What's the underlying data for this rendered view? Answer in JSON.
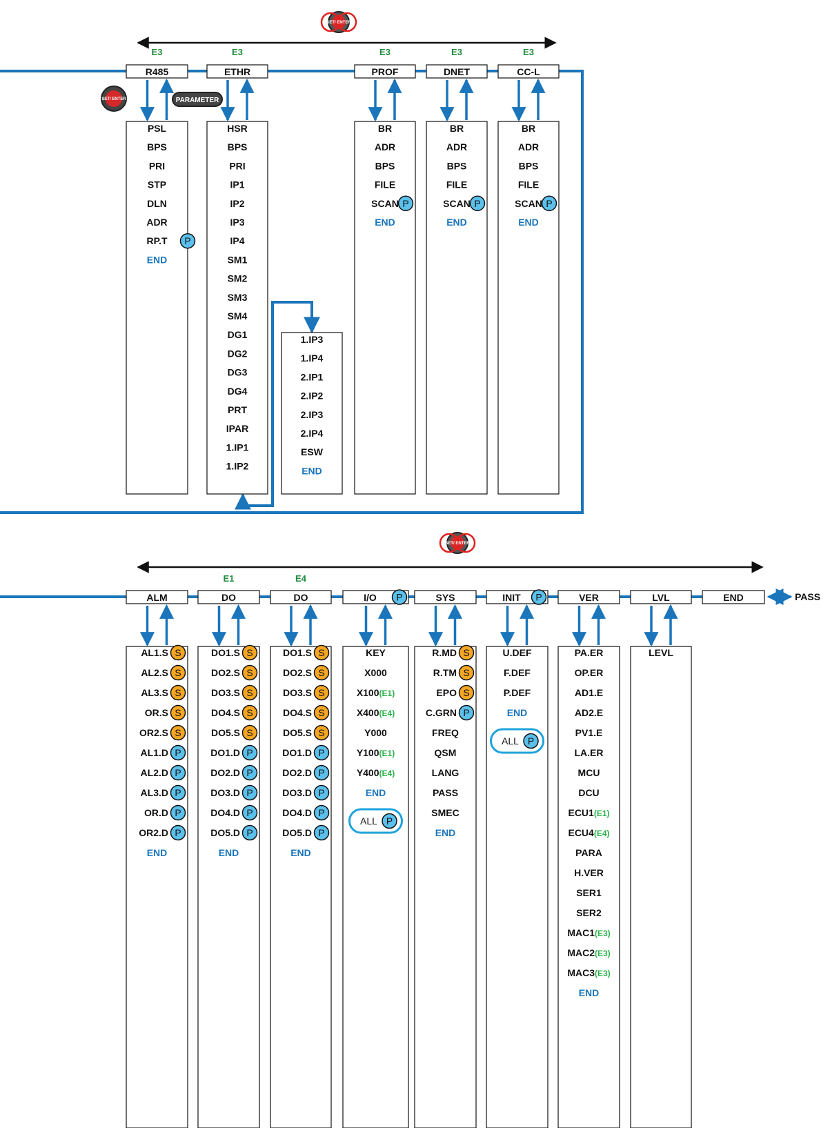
{
  "menus": [
    {
      "label": "R485",
      "edition": "E3",
      "items": [
        {
          "t": "PSL"
        },
        {
          "t": "BPS"
        },
        {
          "t": "PRI"
        },
        {
          "t": "STP"
        },
        {
          "t": "DLN"
        },
        {
          "t": "ADR"
        },
        {
          "t": "RP.T",
          "b": "P"
        },
        {
          "t": "END",
          "end": true
        }
      ]
    },
    {
      "label": "ETHR",
      "edition": "E3",
      "items": [
        {
          "t": "HSR"
        },
        {
          "t": "BPS"
        },
        {
          "t": "PRI"
        },
        {
          "t": "IP1"
        },
        {
          "t": "IP2"
        },
        {
          "t": "IP3"
        },
        {
          "t": "IP4"
        },
        {
          "t": "SM1"
        },
        {
          "t": "SM2"
        },
        {
          "t": "SM3"
        },
        {
          "t": "SM4"
        },
        {
          "t": "DG1"
        },
        {
          "t": "DG2"
        },
        {
          "t": "DG3"
        },
        {
          "t": "DG4"
        },
        {
          "t": "PRT"
        },
        {
          "t": "IPAR"
        },
        {
          "t": "1.IP1"
        },
        {
          "t": "1.IP2"
        }
      ]
    },
    {
      "label": "",
      "edition": "",
      "items": [
        {
          "t": "1.IP3"
        },
        {
          "t": "1.IP4"
        },
        {
          "t": "2.IP1"
        },
        {
          "t": "2.IP2"
        },
        {
          "t": "2.IP3"
        },
        {
          "t": "2.IP4"
        },
        {
          "t": "ESW"
        },
        {
          "t": "END",
          "end": true
        }
      ]
    },
    {
      "label": "PROF",
      "edition": "E3",
      "items": [
        {
          "t": "BR"
        },
        {
          "t": "ADR"
        },
        {
          "t": "BPS"
        },
        {
          "t": "FILE"
        },
        {
          "t": "SCAN",
          "b": "P"
        },
        {
          "t": "END",
          "end": true
        }
      ]
    },
    {
      "label": "DNET",
      "edition": "E3",
      "items": [
        {
          "t": "BR"
        },
        {
          "t": "ADR"
        },
        {
          "t": "BPS"
        },
        {
          "t": "FILE"
        },
        {
          "t": "SCAN",
          "b": "P"
        },
        {
          "t": "END",
          "end": true
        }
      ]
    },
    {
      "label": "CC-L",
      "edition": "E3",
      "items": [
        {
          "t": "BR"
        },
        {
          "t": "ADR"
        },
        {
          "t": "BPS"
        },
        {
          "t": "FILE"
        },
        {
          "t": "SCAN",
          "b": "P"
        },
        {
          "t": "END",
          "end": true
        }
      ]
    },
    {
      "label": "ALM",
      "edition": "",
      "items": [
        {
          "t": "AL1.S",
          "b": "S"
        },
        {
          "t": "AL2.S",
          "b": "S"
        },
        {
          "t": "AL3.S",
          "b": "S"
        },
        {
          "t": "OR.S",
          "b": "S"
        },
        {
          "t": "OR2.S",
          "b": "S"
        },
        {
          "t": "AL1.D",
          "b": "P"
        },
        {
          "t": "AL2.D",
          "b": "P"
        },
        {
          "t": "AL3.D",
          "b": "P"
        },
        {
          "t": "OR.D",
          "b": "P"
        },
        {
          "t": "OR2.D",
          "b": "P"
        },
        {
          "t": "END",
          "end": true
        }
      ]
    },
    {
      "label": "DO",
      "edition": "E1",
      "items": [
        {
          "t": "DO1.S",
          "b": "S"
        },
        {
          "t": "DO2.S",
          "b": "S"
        },
        {
          "t": "DO3.S",
          "b": "S"
        },
        {
          "t": "DO4.S",
          "b": "S"
        },
        {
          "t": "DO5.S",
          "b": "S"
        },
        {
          "t": "DO1.D",
          "b": "P"
        },
        {
          "t": "DO2.D",
          "b": "P"
        },
        {
          "t": "DO3.D",
          "b": "P"
        },
        {
          "t": "DO4.D",
          "b": "P"
        },
        {
          "t": "DO5.D",
          "b": "P"
        },
        {
          "t": "END",
          "end": true
        }
      ]
    },
    {
      "label": "DO",
      "edition": "E4",
      "items": [
        {
          "t": "DO1.S",
          "b": "S"
        },
        {
          "t": "DO2.S",
          "b": "S"
        },
        {
          "t": "DO3.S",
          "b": "S"
        },
        {
          "t": "DO4.S",
          "b": "S"
        },
        {
          "t": "DO5.S",
          "b": "S"
        },
        {
          "t": "DO1.D",
          "b": "P"
        },
        {
          "t": "DO2.D",
          "b": "P"
        },
        {
          "t": "DO3.D",
          "b": "P"
        },
        {
          "t": "DO4.D",
          "b": "P"
        },
        {
          "t": "DO5.D",
          "b": "P"
        },
        {
          "t": "END",
          "end": true
        }
      ]
    },
    {
      "label": "I/O",
      "edition": "",
      "badge": "P",
      "items": [
        {
          "t": "KEY"
        },
        {
          "t": "X000"
        },
        {
          "t": "X100",
          "s": "(E1)"
        },
        {
          "t": "X400",
          "s": "(E4)"
        },
        {
          "t": "Y000"
        },
        {
          "t": "Y100",
          "s": "(E1)"
        },
        {
          "t": "Y400",
          "s": "(E4)"
        },
        {
          "t": "END",
          "end": true
        }
      ],
      "all": "ALL"
    },
    {
      "label": "SYS",
      "edition": "",
      "items": [
        {
          "t": "R.MD",
          "b": "S"
        },
        {
          "t": "R.TM",
          "b": "S"
        },
        {
          "t": "EPO",
          "b": "S"
        },
        {
          "t": "C.GRN",
          "b": "P"
        },
        {
          "t": "FREQ"
        },
        {
          "t": "QSM"
        },
        {
          "t": "LANG"
        },
        {
          "t": "PASS"
        },
        {
          "t": "SMEC"
        },
        {
          "t": "END",
          "end": true
        }
      ]
    },
    {
      "label": "INIT",
      "edition": "",
      "badge": "P",
      "items": [
        {
          "t": "U.DEF"
        },
        {
          "t": "F.DEF"
        },
        {
          "t": "P.DEF"
        },
        {
          "t": "END",
          "end": true
        }
      ],
      "all": "ALL"
    },
    {
      "label": "VER",
      "edition": "",
      "items": [
        {
          "t": "PA.ER"
        },
        {
          "t": "OP.ER"
        },
        {
          "t": "AD1.E"
        },
        {
          "t": "AD2.E"
        },
        {
          "t": "PV1.E"
        },
        {
          "t": "LA.ER"
        },
        {
          "t": "MCU"
        },
        {
          "t": "DCU"
        },
        {
          "t": "ECU1",
          "s": "(E1)"
        },
        {
          "t": "ECU4",
          "s": "(E4)"
        },
        {
          "t": "PARA"
        },
        {
          "t": "H.VER"
        },
        {
          "t": "SER1"
        },
        {
          "t": "SER2"
        },
        {
          "t": "MAC1",
          "s": "(E3)"
        },
        {
          "t": "MAC2",
          "s": "(E3)"
        },
        {
          "t": "MAC3",
          "s": "(E3)"
        },
        {
          "t": "END",
          "end": true
        }
      ]
    },
    {
      "label": "LVL",
      "edition": "",
      "items": [
        {
          "t": "LEVL"
        }
      ]
    },
    {
      "label": "END",
      "edition": "",
      "items": []
    }
  ],
  "pass_label": "PASS",
  "parameter_key": "PARAMETER",
  "set_key": "SET/ ENTER",
  "colors": {
    "line": "#1a75bb",
    "end_text": "#1a75bb",
    "edition": "#1e8a3c",
    "suffix": "#2bb34a",
    "badge_p": "#5bc0eb",
    "badge_s": "#f5a623"
  }
}
